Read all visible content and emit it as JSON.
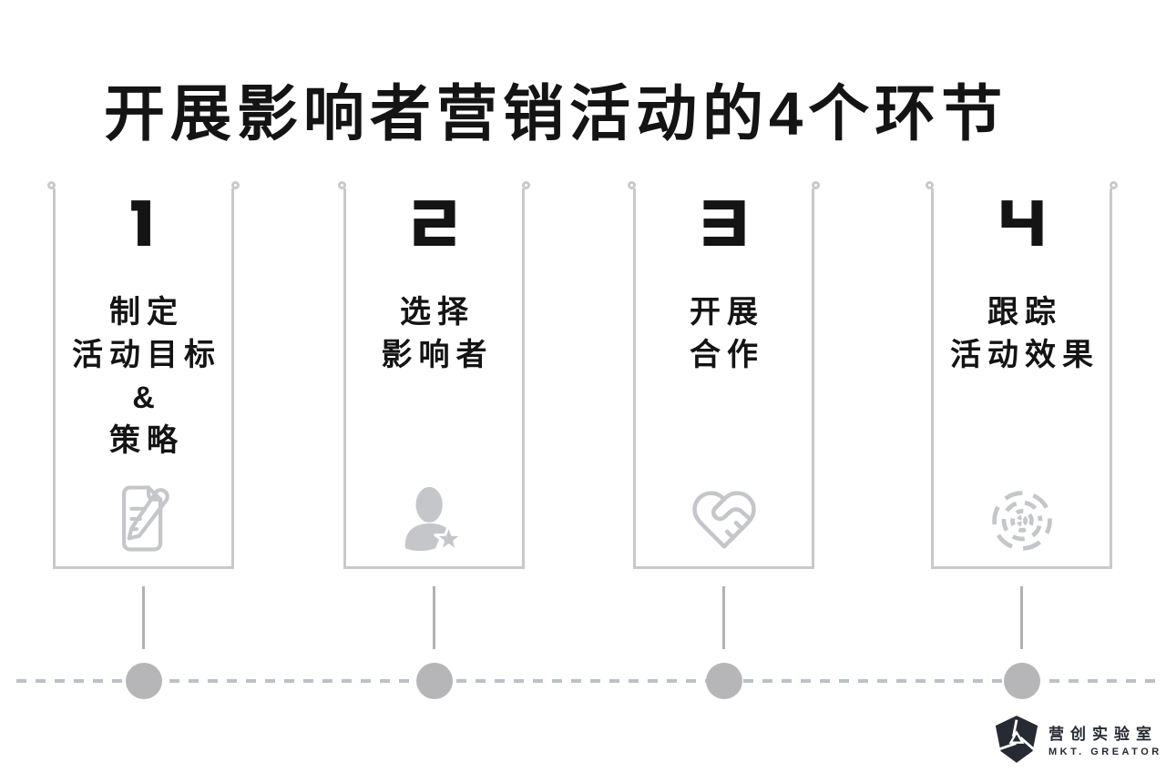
{
  "title": "开展影响者营销活动的4个环节",
  "steps": [
    {
      "number": "1",
      "lines": [
        "制定",
        "活动目标",
        "&",
        "策略"
      ],
      "icon": "document-edit-icon"
    },
    {
      "number": "2",
      "lines": [
        "选择",
        "影响者"
      ],
      "icon": "influencer-star-icon"
    },
    {
      "number": "3",
      "lines": [
        "开展",
        "合作"
      ],
      "icon": "heart-handshake-icon"
    },
    {
      "number": "4",
      "lines": [
        "跟踪",
        "活动效果"
      ],
      "icon": "target-radar-icon"
    }
  ],
  "timeline": {
    "node_count": 4
  },
  "logo": {
    "name": "营创实验室",
    "subtitle": "MKT. GREATOR",
    "mark": "aperture-shield-logo"
  },
  "colors": {
    "background": "#ffffff",
    "text": "#141414",
    "frame": "#c9c9c9",
    "icon": "#c4c6ca",
    "timeline_dash": "#bcc0c9",
    "timeline_stub": "#b2b2b2",
    "timeline_dot": "#b6b6b8",
    "logo_dark": "#262b33"
  }
}
